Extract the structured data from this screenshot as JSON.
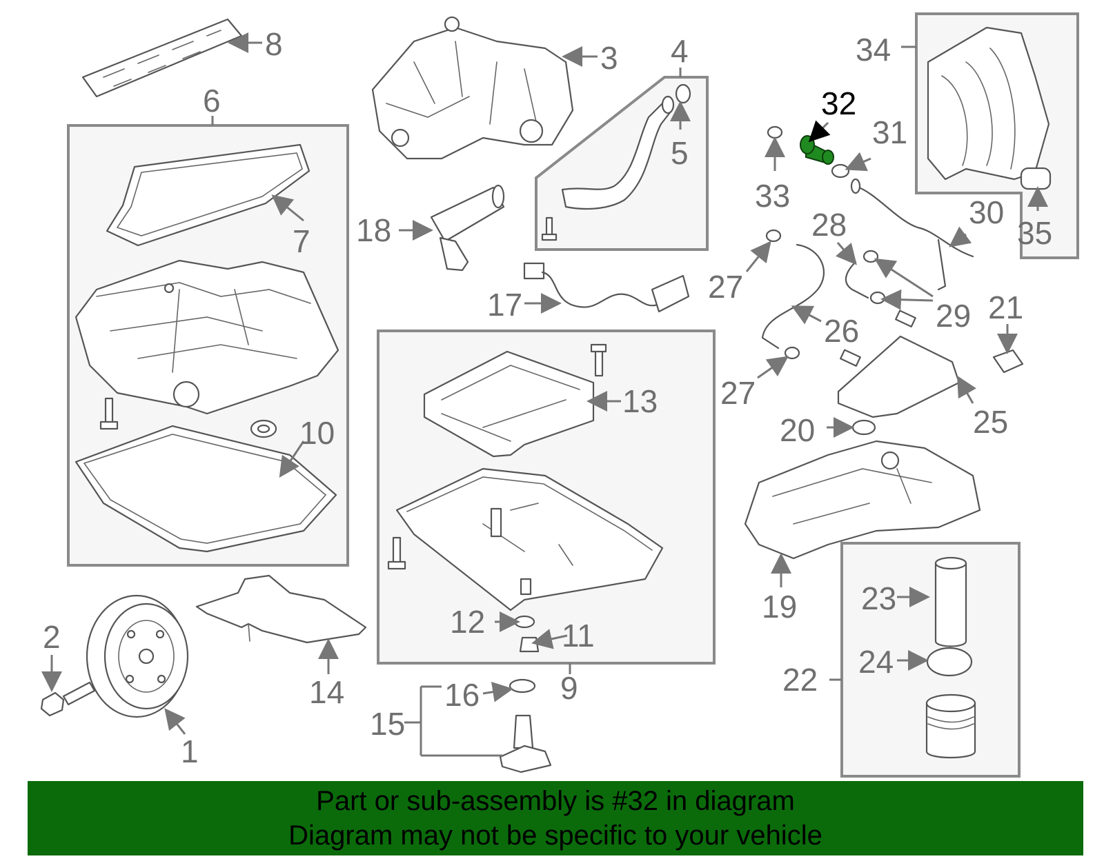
{
  "highlight_color": "#1f8a1f",
  "banner_color": "#0b6b0b",
  "banner": {
    "line1": "Part or sub-assembly is #32 in diagram",
    "line2": "Diagram may not be specific to your vehicle"
  },
  "callouts": {
    "c1": "1",
    "c2": "2",
    "c3": "3",
    "c4": "4",
    "c5": "5",
    "c6": "6",
    "c7": "7",
    "c8": "8",
    "c9": "9",
    "c10": "10",
    "c11": "11",
    "c12": "12",
    "c13": "13",
    "c14": "14",
    "c15": "15",
    "c16": "16",
    "c17": "17",
    "c18": "18",
    "c19": "19",
    "c20": "20",
    "c21": "21",
    "c22": "22",
    "c23": "23",
    "c24": "24",
    "c25": "25",
    "c26": "26",
    "c27a": "27",
    "c27b": "27",
    "c28": "28",
    "c29": "29",
    "c30": "30",
    "c31": "31",
    "c32": "32",
    "c33": "33",
    "c34": "34",
    "c35": "35"
  }
}
